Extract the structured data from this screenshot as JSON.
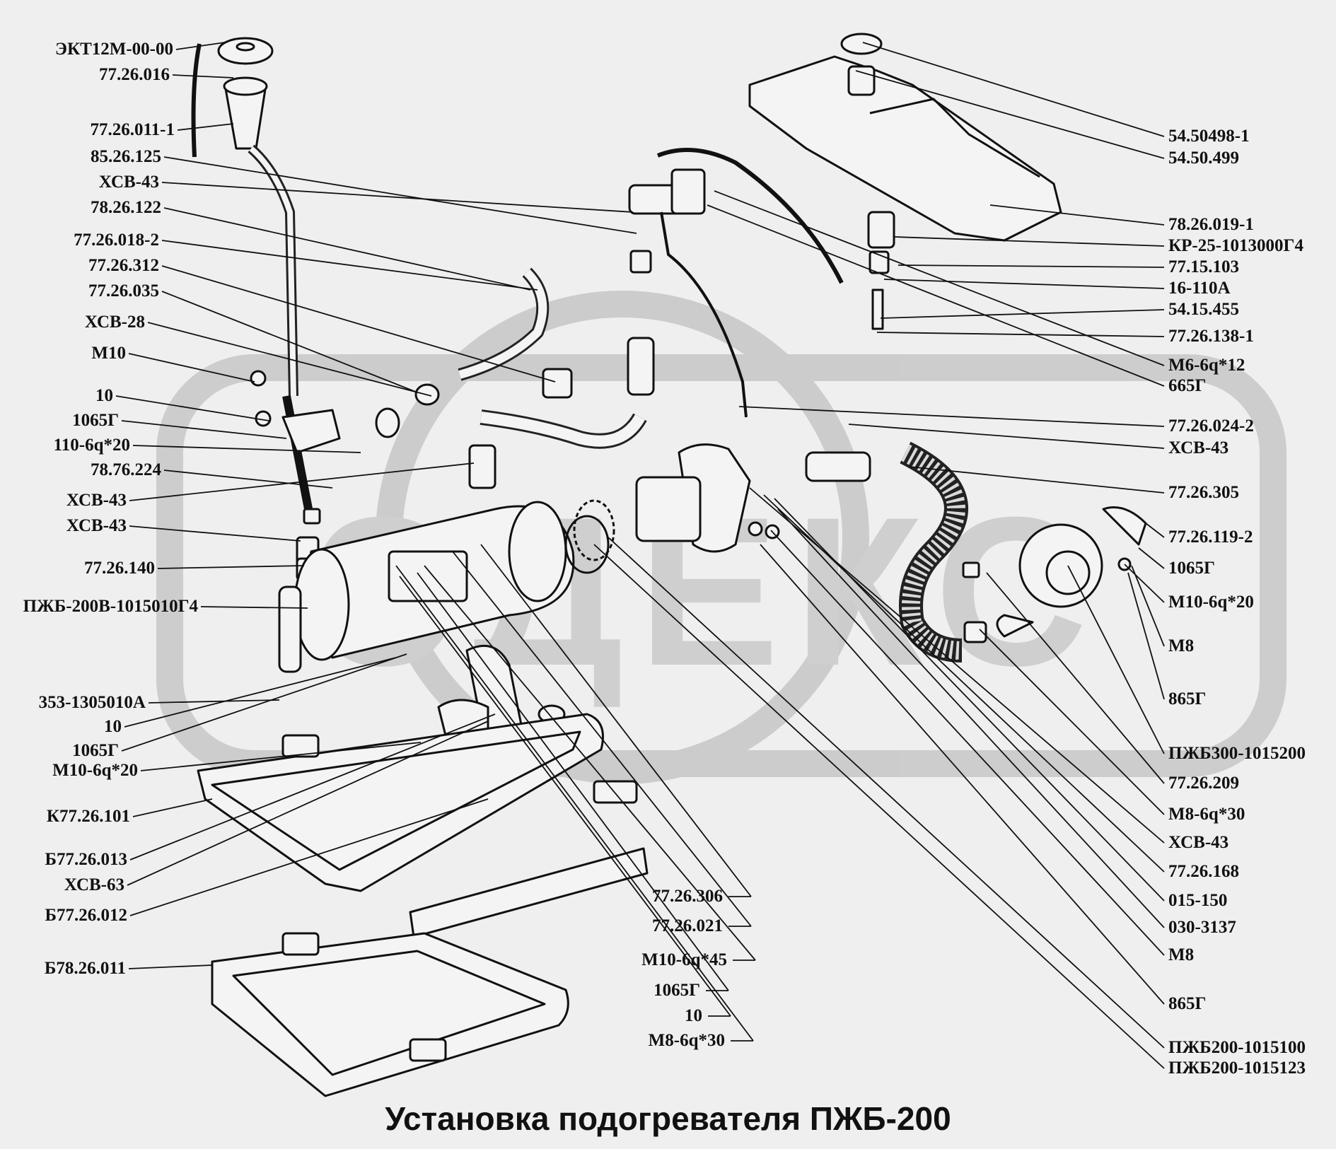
{
  "title": "Установка подогревателя ПЖБ-200",
  "colors": {
    "background": "#efefef",
    "ink": "#111111",
    "watermark": "#c8c8c8"
  },
  "watermark_text": "ЭДЕКС",
  "labels_left": [
    "ЭКТ12М-00-00",
    "77.26.016",
    "77.26.011-1",
    "85.26.125",
    "ХСВ-43",
    "78.26.122",
    "77.26.018-2",
    "77.26.312",
    "77.26.035",
    "ХСВ-28",
    "М10",
    "10",
    "1065Г",
    "110-6q*20",
    "78.76.224",
    "ХСВ-43",
    "ХСВ-43",
    "77.26.140",
    "ПЖБ-200В-1015010Г4",
    "353-1305010А",
    "10",
    "1065Г",
    "М10-6q*20",
    "К77.26.101",
    "Б77.26.013",
    "ХСВ-63",
    "Б77.26.012",
    "Б78.26.011"
  ],
  "labels_right": [
    "54.50498-1",
    "54.50.499",
    "78.26.019-1",
    "КР-25-1013000Г4",
    "77.15.103",
    "16-110А",
    "54.15.455",
    "77.26.138-1",
    "М6-6q*12",
    "665Г",
    "77.26.024-2",
    "ХСВ-43",
    "77.26.305",
    "77.26.119-2",
    "1065Г",
    "М10-6q*20",
    "М8",
    "865Г",
    "ПЖБ300-1015200",
    "77.26.209",
    "М8-6q*30",
    "ХСВ-43",
    "77.26.168",
    "015-150",
    "030-3137",
    "М8",
    "865Г",
    "ПЖБ200-1015100",
    "ПЖБ200-1015123"
  ],
  "labels_bottom": [
    "77.26.306",
    "77.26.021",
    "М10-6q*45",
    "1065Г",
    "10",
    "М8-6q*30"
  ]
}
